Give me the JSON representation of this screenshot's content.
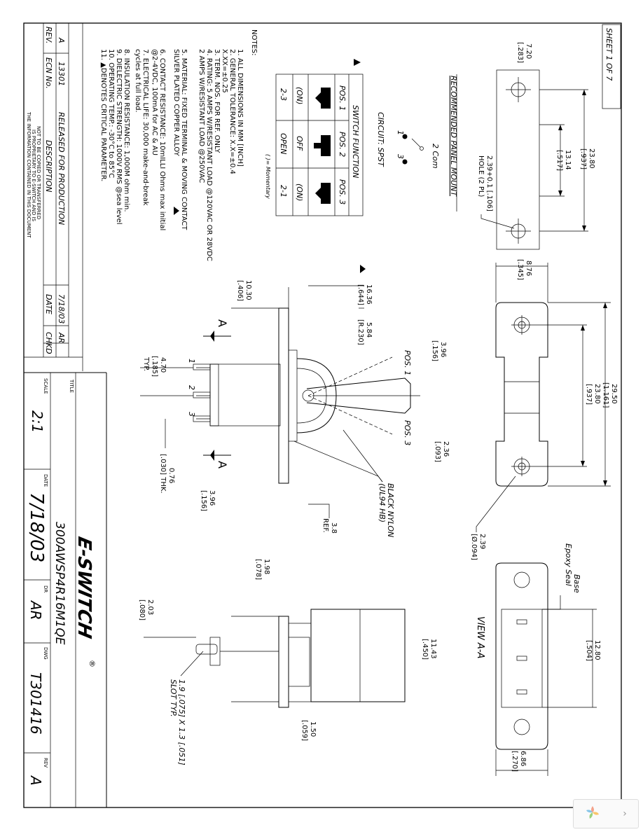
{
  "sheet": "SHEET 1 OF 7",
  "brand": "E-SWITCH",
  "registered": "®",
  "title_block": {
    "title_label": "TITLE",
    "part_number": "300AWSP4R16M1QE",
    "scale_label": "SCALE",
    "scale": "2:1",
    "date_label": "DATE",
    "date": "7/18/03",
    "dr_label": "DR",
    "drawn_by": "AR",
    "dwg_label": "DWG",
    "drawing_number": "T301416",
    "rev_label": "REV",
    "revision": "A"
  },
  "revision_block": {
    "headers": [
      "REV.",
      "ECN No.",
      "DESCRIPTION",
      "DATE",
      "CHKD"
    ],
    "rows": [
      {
        "rev": "A",
        "ecn": "13301",
        "description": "RELEASED FOR PRODUCTION",
        "date": "7/18/03",
        "chkd": "AR"
      }
    ],
    "proprietary": [
      "THE INFORMATION CONTAINED IN THIS DOCUMENT",
      "IS PROPRIETARY TO E-SWITCH AND IS",
      "NOT TO BE COPIED OR TRANSFERRED"
    ]
  },
  "notes": {
    "heading": "NOTES:",
    "lines": [
      "1.  ALL DIMENSIONS IN MM [INCH]",
      "2.  GENERAL TOLERANCE:  X.X=±0.4",
      "                               X.XX=±0.25",
      "3.  TERM. NOS. FOR REF. ONLY",
      "4.  RATING: 5 AMPS W/RESISTANT LOAD @120VAC OR 28VDC",
      "                 2 AMPS W/RESISTANT LOAD @250VAC",
      "5.  MATERIAL: FIXED TERMINAL & MOVING CONTACT",
      "                    SILVER PLATED COPPER ALLOY",
      "6.  CONTACT RESISTANCE: 10mILLI Ohms max initial",
      "                    @2-4VDC, 100mA for AC & AU",
      "7.  ELECTRICAL LIFE: 30,000 make-and-break",
      "                    cycles at full load.",
      "8.  INSULATION RESISTANCE: 1,000M ohm min.",
      "9.  DIELECTRIC STRENGTH: 1000V RMS @sea level",
      "10. OPERATING TEMP.: -30°C to 85°C",
      "11.  ▲DENOTES CRITICAL PARAMETER."
    ]
  },
  "switch_function": {
    "title": "SWITCH FUNCTION",
    "positions": [
      "POS. 1",
      "POS. 2",
      "POS. 3"
    ],
    "states": [
      "(ON)",
      "OFF",
      "(ON)"
    ],
    "connections": [
      "2-3",
      "OPEN",
      "2-1"
    ],
    "momentary_note": "( )= Momentary"
  },
  "circuit": {
    "label": "CIRCUIT: SPST",
    "com_label": "2  Com",
    "terminal_1": "1",
    "terminal_3": "3"
  },
  "panel_mount": {
    "title": "RECOMMENDED PANEL MOUNT",
    "hole_callout": "2.39+0.1 [.106]",
    "hole_qty": "HOLE (2 PL)",
    "dims": [
      "23.80",
      "[.937]",
      "13.14",
      "[.517]",
      "7.20",
      "[.283]"
    ]
  },
  "top_view": {
    "dims": [
      "29.50",
      "[1.161]",
      "23.80",
      "[.937]",
      "8.76",
      "[.345]",
      "2.39",
      "[Ø.094]"
    ]
  },
  "side_view": {
    "pos1": "POS. 1",
    "pos3": "POS. 3",
    "material_callout": [
      "BLACK NYLON",
      "(UL94 HB)"
    ],
    "terminals": [
      "1",
      "2",
      "3"
    ],
    "section_marker": "A",
    "dims": [
      "16.36",
      "[.644]",
      "5.84",
      "[R.230]",
      "3.96",
      "[.156]",
      "2.36",
      "[.093]",
      "10.30",
      "[.406]",
      "4.70",
      "[.185]",
      "TYP.",
      "0.76",
      "[.030] THK.",
      "3.96",
      "[.156]",
      "3.8",
      "REF."
    ]
  },
  "view_aa": {
    "title": "VIEW A-A",
    "callouts": [
      "Base",
      "Epoxy Seal"
    ],
    "dims": [
      "12.80",
      "[.504]",
      "6.86",
      "[.270]"
    ]
  },
  "end_view": {
    "dims": [
      "1.98",
      "[.078]",
      "11.43",
      "[.450]",
      "2.03",
      "[.080]",
      "1.50",
      "[.059]"
    ],
    "slot": [
      "1.9 [.075]   X 1.3 [.051]",
      "SLOT TYP."
    ]
  },
  "viewer_nav": {
    "icon": "spark-logo-icon",
    "next": "›"
  }
}
